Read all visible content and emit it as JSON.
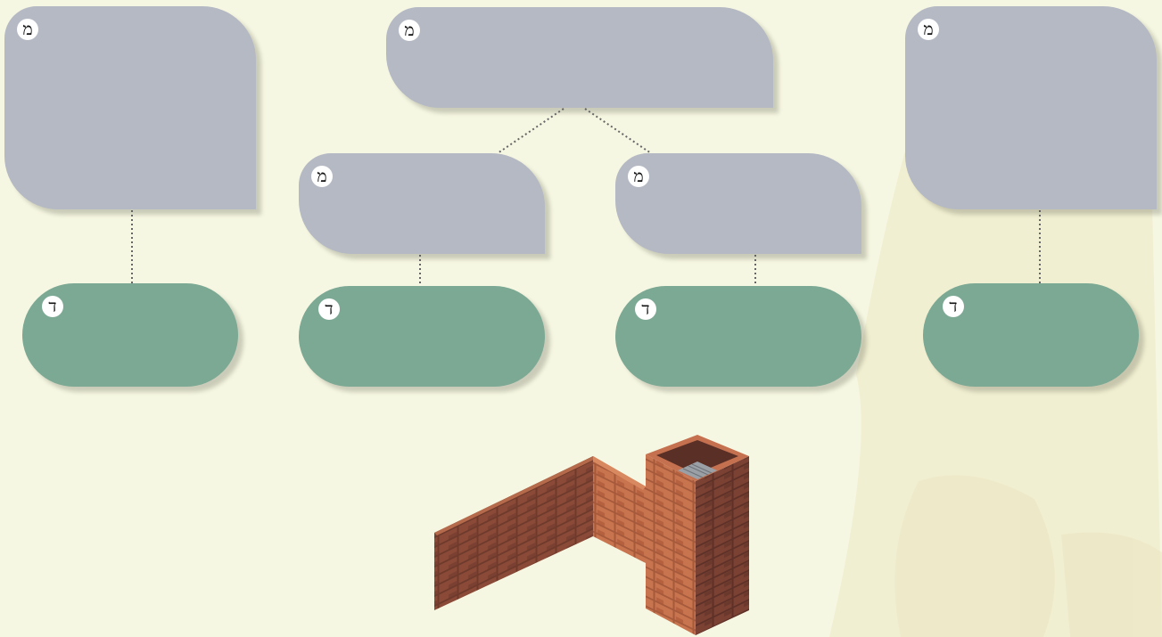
{
  "colors": {
    "background": "#f6f7e2",
    "main_box": "#b4b9c4",
    "detail_pill": "#7ca994",
    "connector": "#666666"
  },
  "main_tag": "מ",
  "detail_tag": "ד",
  "main_boxes": [
    {
      "tag": "מ"
    },
    {
      "tag": "מ"
    },
    {
      "tag": "מ"
    },
    {
      "tag": "מ"
    },
    {
      "tag": "מ"
    }
  ],
  "detail_pills": [
    {
      "tag": "ד"
    },
    {
      "tag": "ד"
    },
    {
      "tag": "ד"
    },
    {
      "tag": "ד"
    }
  ],
  "illustration": "brick-wall-with-chimney"
}
